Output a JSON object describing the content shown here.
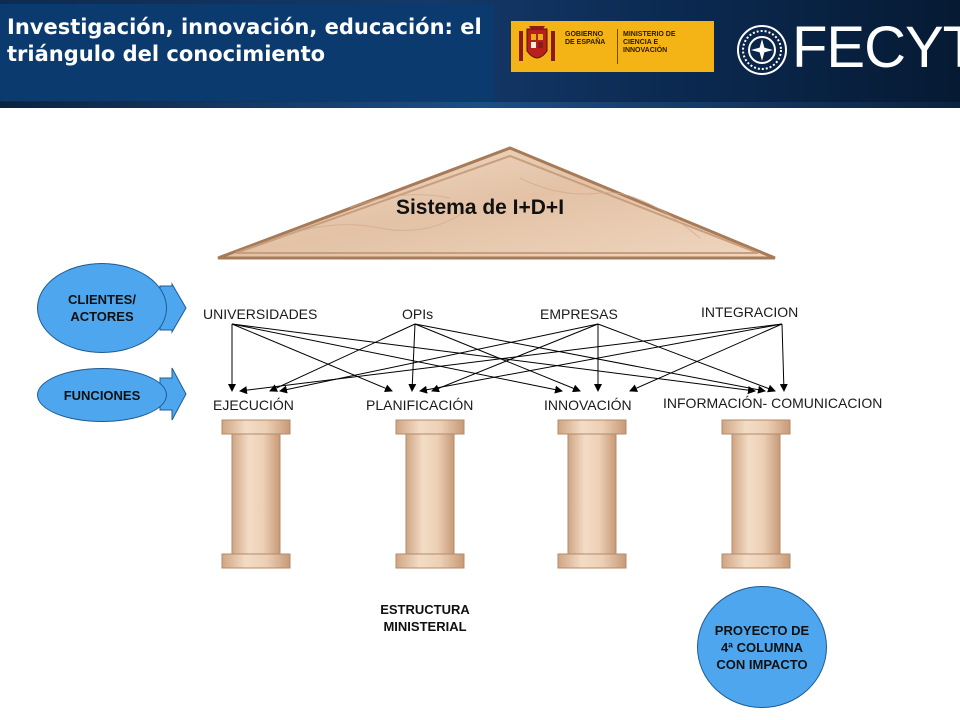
{
  "header": {
    "title": "Investigación, innovación, educación: el triángulo del conocimiento",
    "gov_logo": {
      "left_text": "GOBIERNO DE ESPAÑA",
      "right_text": "MINISTERIO DE CIENCIA E INNOVACIÓN",
      "color": "#f4b416"
    },
    "brand": "FECYT"
  },
  "pediment": {
    "label": "Sistema de I+D+I"
  },
  "actors_oval": {
    "label": "CLIENTES/ ACTORES"
  },
  "functions_oval": {
    "label": "FUNCIONES"
  },
  "actors": [
    "UNIVERSIDADES",
    "OPIs",
    "EMPRESAS",
    "INTEGRACION"
  ],
  "functions": [
    "EJECUCIÓN",
    "PLANIFICACIÓN",
    "INNOVACIÓN",
    "INFORMACIÓN- COMUNICACION"
  ],
  "structure_label": "ESTRUCTURA MINISTERIAL",
  "project_oval": {
    "label": "PROYECTO DE 4ª COLUMNA CON IMPACTO"
  },
  "colors": {
    "oval_fill": "#4ea7ee",
    "marble": "#e9cdb6",
    "header": "#0b3a6e"
  }
}
